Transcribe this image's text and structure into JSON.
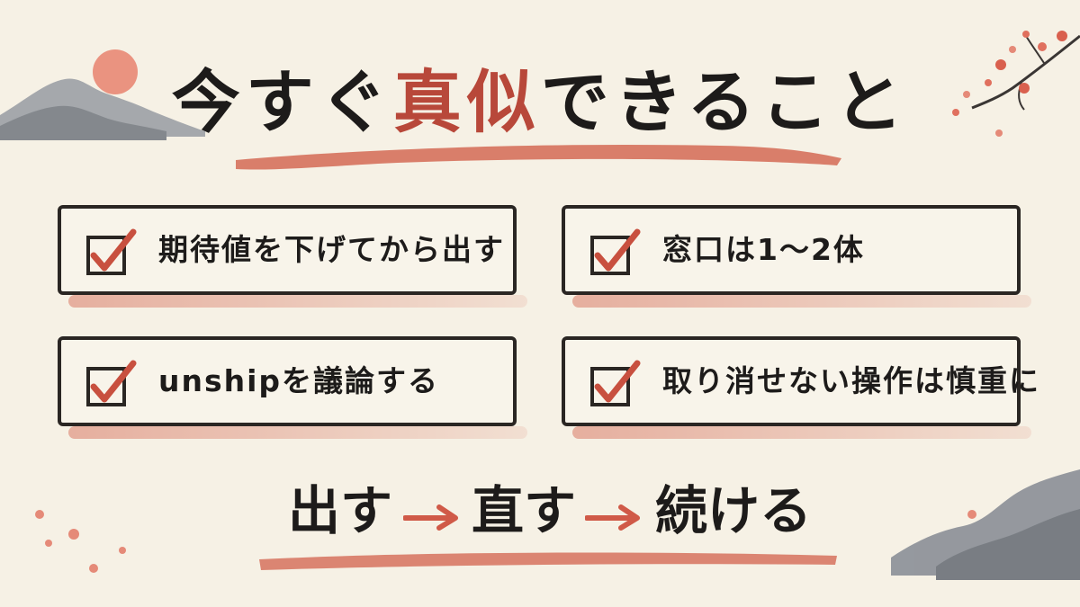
{
  "title": {
    "part1": "今すぐ",
    "accent": "真似",
    "part2": "できること"
  },
  "items": [
    {
      "text": "期待値を下げてから出す",
      "checked": true
    },
    {
      "text": "窓口は1〜2体",
      "checked": true
    },
    {
      "text": "unshipを議論する",
      "checked": true
    },
    {
      "text": "取り消せない操作は慎重に",
      "checked": true
    }
  ],
  "flow": {
    "step1": "出す",
    "step2": "直す",
    "step3": "続ける"
  },
  "colors": {
    "ink": "#1d1b1a",
    "accent": "#b8483a",
    "paper": "#f6f1e5",
    "mountain": "#6b7280",
    "blossom": "#e0705e"
  }
}
